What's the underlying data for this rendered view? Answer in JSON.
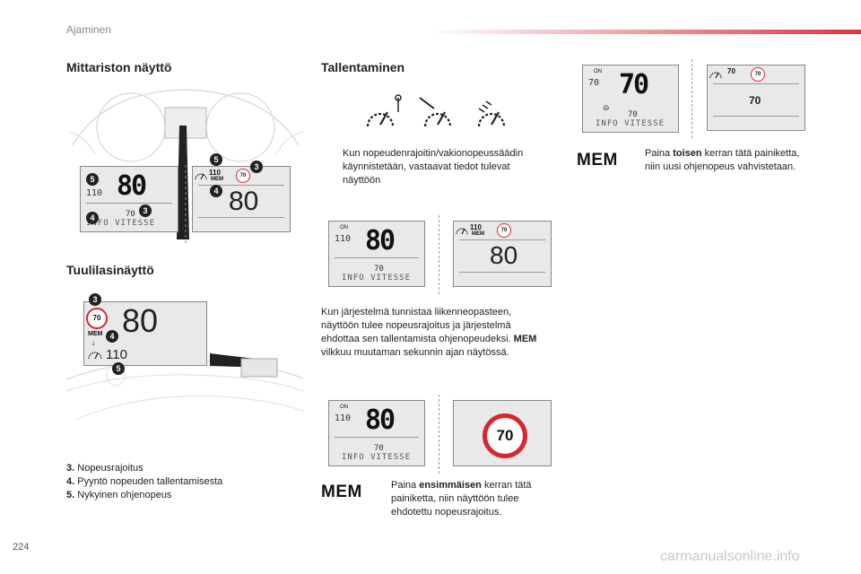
{
  "header": {
    "section": "Ajaminen"
  },
  "page_number": "224",
  "watermark": "carmanualsonline.info",
  "left": {
    "title1": "Mittariston näyttö",
    "title2": "Tuulilasinäyttö",
    "cluster_display": {
      "speed": "80",
      "limit": "110",
      "set": "70",
      "info": "INFO VITESSE"
    },
    "cluster_zoom": {
      "limit": "110",
      "mem": "MEM",
      "sign": "70",
      "speed": "80"
    },
    "hud": {
      "sign": "70",
      "speed": "80",
      "mem": "MEM",
      "set": "110"
    },
    "badges": {
      "b3": "3",
      "b4": "4",
      "b5": "5"
    },
    "legend": [
      {
        "num": "3.",
        "text": "Nopeusrajoitus"
      },
      {
        "num": "4.",
        "text": "Pyyntö nopeuden tallentamisesta"
      },
      {
        "num": "5.",
        "text": "Nykyinen ohjenopeus"
      }
    ]
  },
  "mid": {
    "title": "Tallentaminen",
    "bullet_sym": "",
    "text1": "Kun nopeudenrajoitin/vakionopeussäädin käynnistetään, vastaavat tiedot tulevat näyttöön",
    "text2_a": "Kun järjestelmä tunnistaa liikenneopasteen, näyttöön tulee nopeusrajoitus ja järjestelmä ehdottaa sen tallentamista ohjenopeudeksi.",
    "text2_mem": "MEM",
    "text2_b": " vilkkuu muutaman sekunnin ajan näytössä.",
    "lcd1": {
      "on": "ON",
      "limit": "110",
      "speed": "80",
      "set": "70",
      "info": "INFO VITESSE"
    },
    "lcd2": {
      "limit": "110",
      "mem": "MEM",
      "sign": "70",
      "speed": "80"
    },
    "lcd3": {
      "on": "ON",
      "limit": "110",
      "speed": "80",
      "set": "70",
      "info": "INFO VITESSE"
    },
    "lcd4": {
      "sign": "70"
    },
    "mem_label": "MEM",
    "text3_a": "Paina ",
    "text3_bold": "ensimmäisen",
    "text3_b": " kerran tätä painiketta, niin näyttöön tulee ehdotettu nopeusrajoitus."
  },
  "right": {
    "lcd1": {
      "on": "ON",
      "limit": "70",
      "speed": "70",
      "set": "70",
      "info": "INFO VITESSE"
    },
    "lcd2": {
      "limit": "70",
      "sign": "70",
      "speed": "70"
    },
    "mem_label": "MEM",
    "text_a": "Paina ",
    "text_bold": "toisen",
    "text_b": " kerran tätä painiketta, niin uusi ohjenopeus vahvistetaan."
  }
}
